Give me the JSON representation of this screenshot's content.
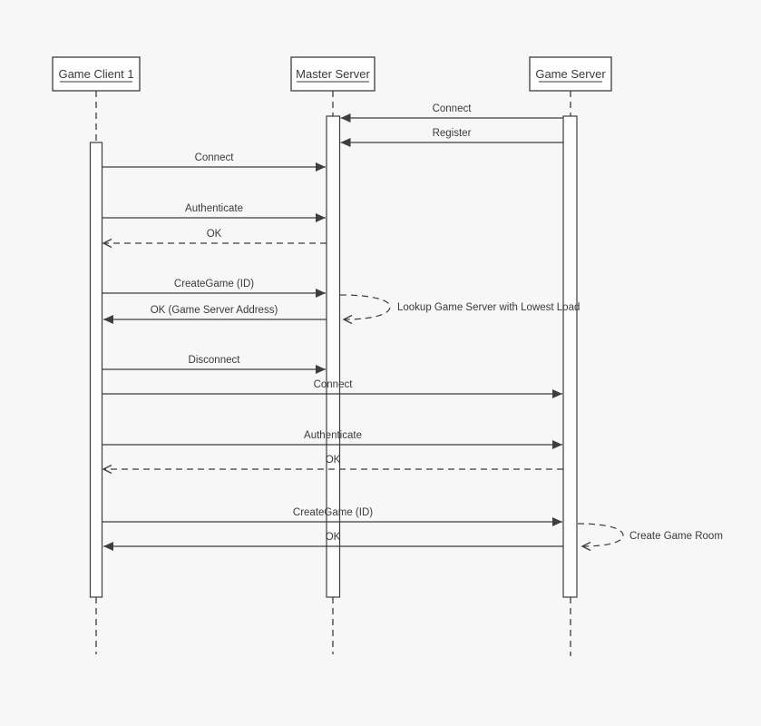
{
  "diagram": {
    "type": "uml-sequence-diagram",
    "participants": [
      {
        "name": "Game Client 1"
      },
      {
        "name": "Master Server"
      },
      {
        "name": "Game Server"
      }
    ],
    "messages": [
      {
        "label": "Connect",
        "from": "Game Server",
        "to": "Master Server",
        "style": "solid"
      },
      {
        "label": "Register",
        "from": "Game Server",
        "to": "Master Server",
        "style": "solid"
      },
      {
        "label": "Connect",
        "from": "Game Client 1",
        "to": "Master Server",
        "style": "solid"
      },
      {
        "label": "Authenticate",
        "from": "Game Client 1",
        "to": "Master Server",
        "style": "solid"
      },
      {
        "label": "OK",
        "from": "Master Server",
        "to": "Game Client 1",
        "style": "dashed-return"
      },
      {
        "label": "CreateGame (ID)",
        "from": "Game Client 1",
        "to": "Master Server",
        "style": "solid"
      },
      {
        "label": "Lookup Game Server with Lowest Load",
        "from": "Master Server",
        "to": "Master Server",
        "style": "self-message-dashed"
      },
      {
        "label": "OK (Game Server Address)",
        "from": "Master Server",
        "to": "Game Client 1",
        "style": "solid"
      },
      {
        "label": "Disconnect",
        "from": "Game Client 1",
        "to": "Master Server",
        "style": "solid"
      },
      {
        "label": "Connect",
        "from": "Game Client 1",
        "to": "Game Server",
        "style": "solid"
      },
      {
        "label": "Authenticate",
        "from": "Game Client 1",
        "to": "Game Server",
        "style": "solid"
      },
      {
        "label": "OK",
        "from": "Game Server",
        "to": "Game Client 1",
        "style": "dashed-return"
      },
      {
        "label": "CreateGame (ID)",
        "from": "Game Client 1",
        "to": "Game Server",
        "style": "solid"
      },
      {
        "label": "Create Game Room",
        "from": "Game Server",
        "to": "Game Server",
        "style": "self-message-dashed"
      },
      {
        "label": "OK",
        "from": "Game Server",
        "to": "Game Client 1",
        "style": "solid"
      }
    ],
    "colors": {
      "background": "#f7f7f8",
      "line": "#3e3e3e",
      "box_fill": "#fefefe",
      "text": "#3a3a3a"
    }
  }
}
